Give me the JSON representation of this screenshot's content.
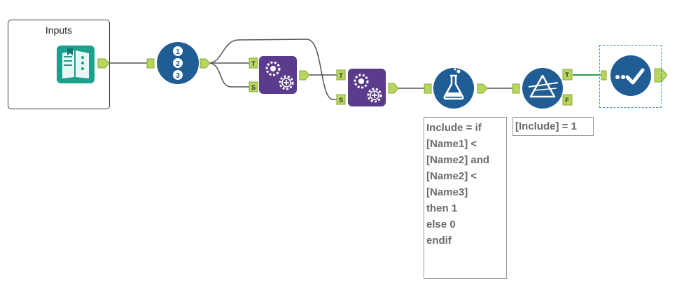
{
  "container": {
    "title": "Inputs"
  },
  "tools": {
    "directory": "directory-tool",
    "record_id": "record-id-tool",
    "append_1": "append-fields-tool",
    "append_2": "append-fields-tool",
    "formula": "formula-tool",
    "filter": "filter-tool",
    "output": "browse-tool"
  },
  "anchors": {
    "t": "T",
    "s": "S",
    "f": "F"
  },
  "annotations": {
    "formula": "Include = if\n[Name1] <\n[Name2] and\n[Name2] <\n[Name3]\nthen 1\nelse 0\nendif",
    "filter": "[Include] = 1"
  },
  "colors": {
    "blue_tool": "#1f5d94",
    "purple_tool": "#5b3b8c",
    "teal_tool": "#1aa08c",
    "anchor_green": "#b7d65c",
    "selection": "#3b8ed8",
    "connection": "#555555",
    "active_connection": "#2a9a4a"
  }
}
